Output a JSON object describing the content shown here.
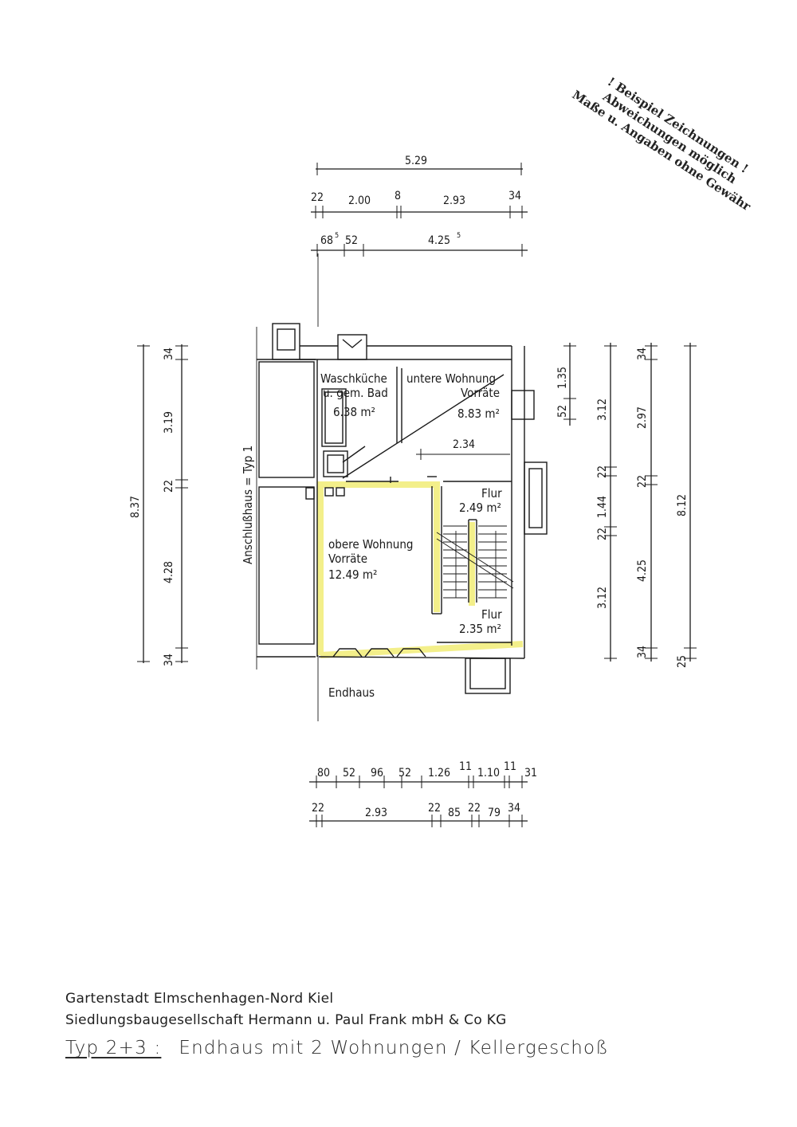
{
  "disclaimer": {
    "line1": "! Beispiel Zeichnungen !",
    "line2": "Abweichungen möglich",
    "line3": "Maße u. Angaben ohne Gewähr"
  },
  "dims_top": {
    "overall": "5.29",
    "r2": [
      "22",
      "2.00",
      "8",
      "2.93",
      "34"
    ],
    "r3": {
      "a": "68",
      "a_sup": "5",
      "b": "52",
      "c": "4.25",
      "c_sup": "5"
    }
  },
  "dims_left": [
    "34",
    "3.19",
    "22",
    "4.28",
    "34"
  ],
  "dims_left_total": "8.37",
  "dims_right_a": [
    "1.35",
    "52"
  ],
  "dims_right_b": [
    "3.12",
    "22",
    "1.44",
    "22",
    "3.12"
  ],
  "dims_right_c": [
    "34",
    "2.97",
    "22",
    "4.25",
    "34"
  ],
  "dims_right_total": [
    "8.12",
    "25"
  ],
  "dims_bottom_1": [
    "80",
    "52",
    "96",
    "52",
    "1.26",
    "11",
    "1.10",
    "11",
    "31"
  ],
  "dims_bottom_2": [
    "22",
    "2.93",
    "22",
    "85",
    "22",
    "79",
    "34"
  ],
  "dim_inner": "2.34",
  "labels": {
    "neighbor": "Anschlußhaus = Typ 1",
    "endhaus": "Endhaus",
    "wk1": "Waschküche",
    "wk2": "u. gem. Bad",
    "wk3": "6.38 m²",
    "uw1": "untere Wohnung",
    "uw2": "Vorräte",
    "uw3": "8.83 m²",
    "ow1": "obere Wohnung",
    "ow2": "Vorräte",
    "ow3": "12.49 m²",
    "f1a": "Flur",
    "f1b": "2.49 m²",
    "f2a": "Flur",
    "f2b": "2.35 m²"
  },
  "footer": {
    "line1": "Gartenstadt Elmschenhagen-Nord Kiel",
    "line2": "Siedlungsbaugesellschaft Hermann u. Paul Frank mbH & Co KG",
    "typ": "Typ 2+3 :",
    "title": "Endhaus mit 2 Wohnungen / Kellergeschoß"
  },
  "colors": {
    "highlight": "#f3ef8a",
    "lines": "#1a1a1a"
  }
}
